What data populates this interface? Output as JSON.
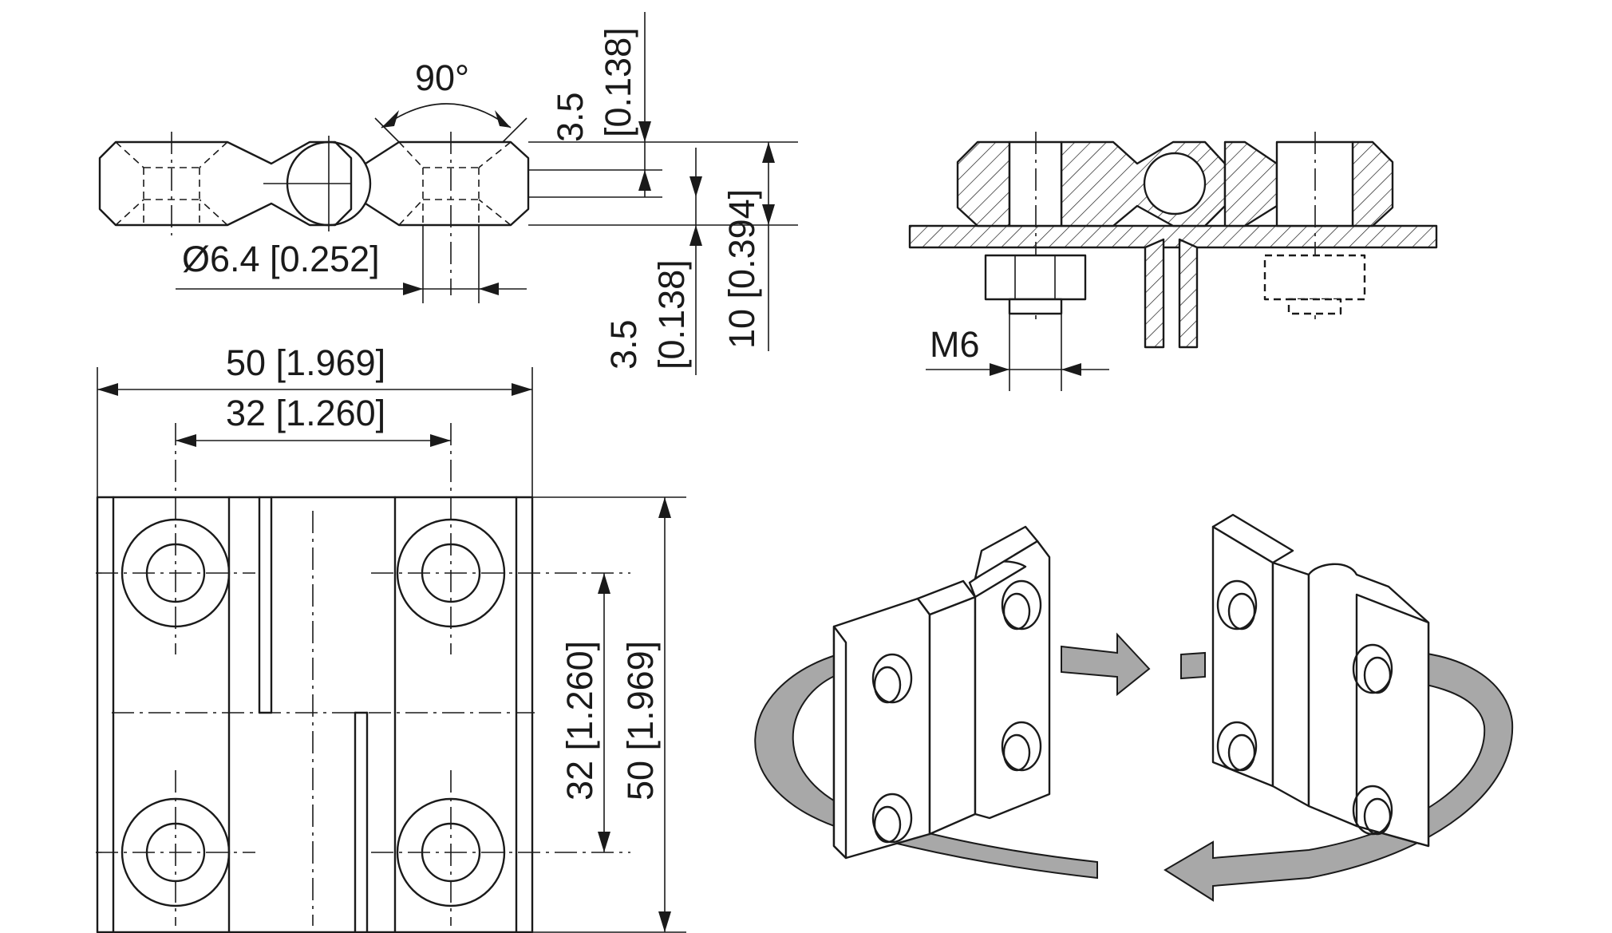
{
  "top_view": {
    "angle_label": "90°",
    "hole_diameter_label": "Ø6.4 [0.252]",
    "offset_top_label_mm": "3.5",
    "offset_top_label_in": "[0.138]",
    "offset_bottom_label_mm": "3.5",
    "offset_bottom_label_in": "[0.138]",
    "thickness_label": "10 [0.394]"
  },
  "section_view": {
    "thread_label": "M6"
  },
  "front_view": {
    "width_label": "50 [1.969]",
    "hole_spacing_h_label": "32 [1.260]",
    "hole_spacing_v_label": "32 [1.260]",
    "height_label": "50 [1.969]"
  },
  "colors": {
    "line": "#1a1a1a",
    "shading": "#a8a8a8",
    "background": "#ffffff"
  }
}
